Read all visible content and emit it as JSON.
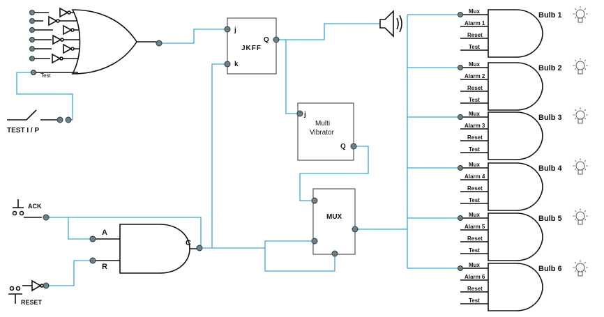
{
  "inputs": {
    "test_gate_label": "Test",
    "test_input_label": "TEST I / P",
    "ack_label": "ACK",
    "reset_label": "RESET",
    "and_input_a": "A",
    "and_input_r": "R",
    "and_output_c": "C"
  },
  "jkff": {
    "title": "JKFF",
    "j_label": "j",
    "k_label": "k",
    "q_label": "Q"
  },
  "multivibrator": {
    "line1": "Multi",
    "line2": "Vibrator",
    "j_label": "j",
    "q_label": "Q"
  },
  "mux": {
    "label": "MUX"
  },
  "bulbs": [
    {
      "name": "Bulb 1",
      "inputs": [
        "Mux",
        "Alarm 1",
        "Reset",
        "Test"
      ]
    },
    {
      "name": "Bulb 2",
      "inputs": [
        "Mux",
        "Alarm 2",
        "Reset",
        "Test"
      ]
    },
    {
      "name": "Bulb 3",
      "inputs": [
        "Mux",
        "Alarm 3",
        "Reset",
        "Test"
      ]
    },
    {
      "name": "Bulb 4",
      "inputs": [
        "Mux",
        "Alarm 4",
        "Reset",
        "Test"
      ]
    },
    {
      "name": "Bulb 5",
      "inputs": [
        "Mux",
        "Alarm 5",
        "Reset",
        "Test"
      ]
    },
    {
      "name": "Bulb 6",
      "inputs": [
        "Mux",
        "Alarm 6",
        "Reset",
        "Test"
      ]
    }
  ],
  "icons": {
    "speaker": "speaker-icon",
    "bulb": "light-bulb-icon",
    "switch": "push-switch-icon",
    "inverter": "not-gate-icon"
  },
  "colors": {
    "wire": "#3aa6dc",
    "gate_stroke": "#111111",
    "pin": "#6e7f88"
  }
}
